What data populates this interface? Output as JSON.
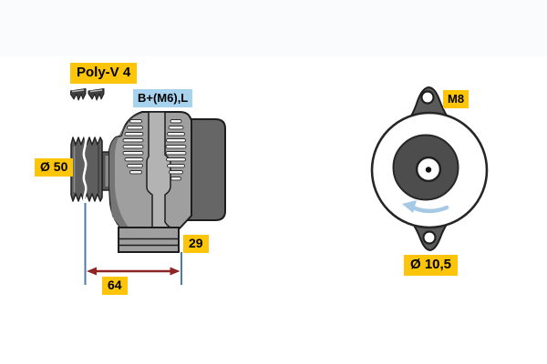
{
  "colors": {
    "spec_label_bg": "#fcc50a",
    "terminal_label_bg": "#a8d3ee",
    "label_text": "#000000",
    "extension_line_blue": "#4d7aa6",
    "dimension_arrow_red": "#8e2424",
    "rotation_arrow_blue": "#a6c9e6",
    "body_gray": "#9f9f9f",
    "rear_housing_gray": "#666666",
    "outline": "#1d1d1d"
  },
  "side_view": {
    "belt_type_label": "Poly-V 4",
    "belt_profile_icons": [
      "belt-profile-icon",
      "belt-profile-icon"
    ],
    "terminal_label": "B+(M6),L",
    "pulley_diameter_label": "Ø 50",
    "foot_width_label": "29",
    "overall_length_label": "64"
  },
  "rear_view": {
    "mount_thread_label": "M8",
    "mount_hole_diameter_label": "Ø 10,5"
  }
}
